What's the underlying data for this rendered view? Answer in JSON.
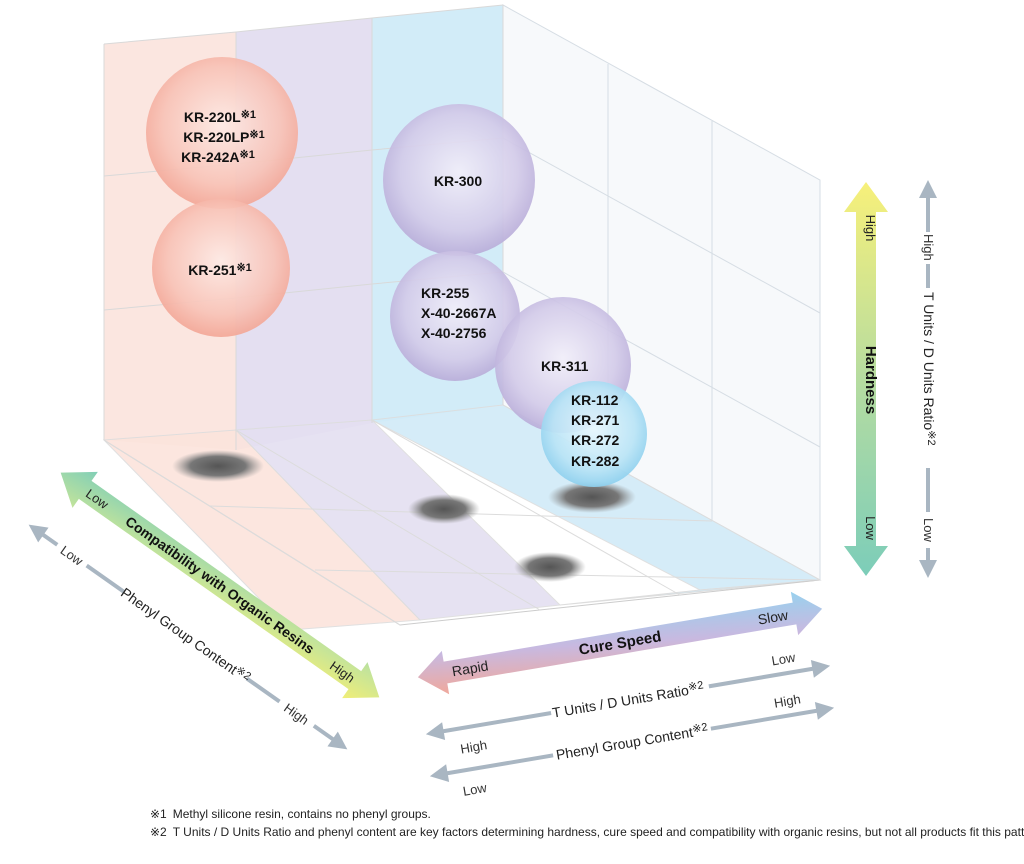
{
  "resins": {
    "group1": [
      "KR-220L",
      "KR-220LP",
      "KR-242A"
    ],
    "group1_marks": [
      "※1",
      "※1",
      "※1"
    ],
    "kr251": "KR-251",
    "kr251_mark": "※1",
    "kr300": "KR-300",
    "group2": [
      "KR-255",
      "X-40-2667A",
      "X-40-2756"
    ],
    "kr311": "KR-311",
    "group3": [
      "KR-112",
      "KR-271",
      "KR-272",
      "KR-282"
    ]
  },
  "hardness": {
    "title": "Hardness",
    "high": "High",
    "low": "Low"
  },
  "tdRatioVertical": {
    "title": "T Units / D Units Ratio",
    "mark": "※2",
    "high": "High",
    "low": "Low"
  },
  "compat": {
    "title": "Compatibility with Organic Resins",
    "low": "Low",
    "high": "High"
  },
  "phenylLeft": {
    "title": "Phenyl Group Content",
    "mark": "※2",
    "low": "Low",
    "high": "High"
  },
  "cure": {
    "title": "Cure Speed",
    "rapid": "Rapid",
    "slow": "Slow"
  },
  "tdRatioBottom": {
    "title": "T Units / D Units Ratio",
    "mark": "※2",
    "high": "High",
    "low": "Low"
  },
  "phenylBottom": {
    "title": "Phenyl Group Content",
    "mark": "※2",
    "high": "High",
    "low": "Low"
  },
  "footnotes": [
    {
      "mark": "※1",
      "text": "Methyl silicone resin, contains no phenyl groups."
    },
    {
      "mark": "※2",
      "text": "T Units / D Units Ratio and phenyl content are key factors determining hardness, cure speed and compatibility with organic resins, but not all products fit this pattern."
    }
  ],
  "colors": {
    "pink": "#f6b3a7",
    "purple": "#b7acd8",
    "blue": "#9fd6ee",
    "gray": "#a9b6c2"
  }
}
